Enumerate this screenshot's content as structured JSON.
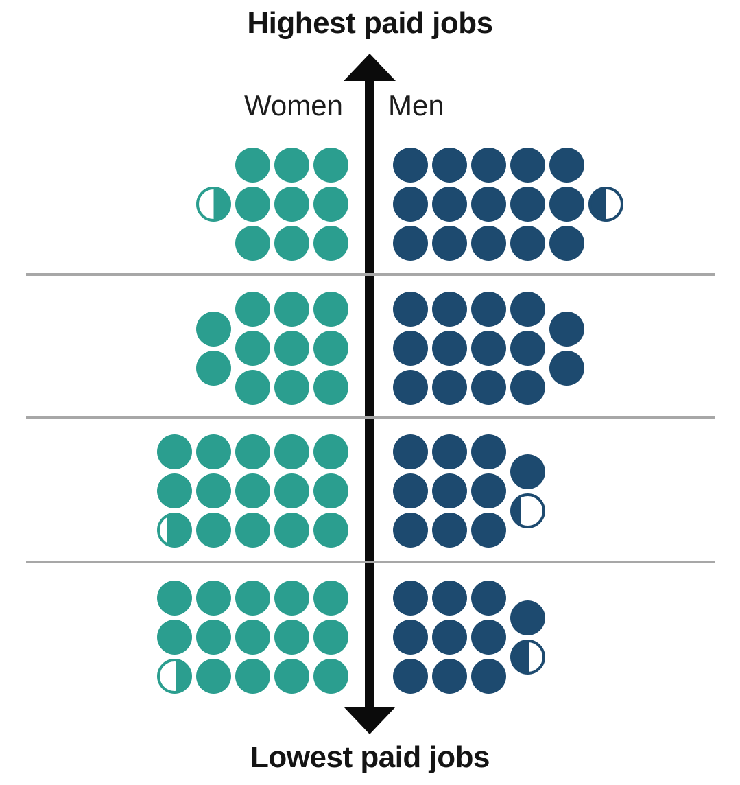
{
  "title_top": "Highest paid jobs",
  "title_bottom": "Lowest paid jobs",
  "legend": {
    "women_label": "Women",
    "men_label": "Men"
  },
  "colors": {
    "women": "#2b9e8f",
    "men": "#1d4a6f",
    "arrow": "#0b0b0b",
    "divider": "#a7a7a7",
    "text": "#141414"
  },
  "chart_data": {
    "type": "pictogram",
    "axis_top_label": "Highest paid jobs",
    "axis_bottom_label": "Lowest paid jobs",
    "series_labels": [
      "Women",
      "Men"
    ],
    "circles_per_group_total": 25,
    "percent_per_circle": 4,
    "groups": [
      {
        "order": 1,
        "women": {
          "units": 9.5,
          "percent": 38,
          "grid": {
            "rows": 3,
            "cols": 3
          },
          "extras": [
            {
              "row": 1,
              "fraction": 0.5
            }
          ]
        },
        "men": {
          "units": 15.5,
          "percent": 62,
          "grid": {
            "rows": 3,
            "cols": 5
          },
          "extras": [
            {
              "row": 1,
              "fraction": 0.5
            }
          ]
        }
      },
      {
        "order": 2,
        "women": {
          "units": 11,
          "percent": 44,
          "grid": {
            "rows": 3,
            "cols": 3
          },
          "extras": [
            {
              "row": 0.5,
              "fraction": 1
            },
            {
              "row": 1.5,
              "fraction": 1
            }
          ]
        },
        "men": {
          "units": 14,
          "percent": 56,
          "grid": {
            "rows": 3,
            "cols": 4
          },
          "extras": [
            {
              "row": 0.5,
              "fraction": 1
            },
            {
              "row": 1.5,
              "fraction": 1
            }
          ]
        }
      },
      {
        "order": 3,
        "women": {
          "units": 14.75,
          "percent": 59,
          "grid": {
            "rows": 3,
            "cols": 5
          },
          "partial_in_grid": {
            "row": 2,
            "col": 0,
            "fraction": 0.75
          }
        },
        "men": {
          "units": 10.25,
          "percent": 41,
          "grid": {
            "rows": 3,
            "cols": 3
          },
          "extras": [
            {
              "row": 0.5,
              "fraction": 1
            },
            {
              "row": 1.5,
              "fraction": 0.25
            }
          ]
        }
      },
      {
        "order": 4,
        "women": {
          "units": 14.45,
          "percent": 58,
          "grid": {
            "rows": 3,
            "cols": 5
          },
          "partial_in_grid": {
            "row": 2,
            "col": 0,
            "fraction": 0.45
          }
        },
        "men": {
          "units": 10.55,
          "percent": 42,
          "grid": {
            "rows": 3,
            "cols": 3
          },
          "extras": [
            {
              "row": 0.5,
              "fraction": 1
            },
            {
              "row": 1.5,
              "fraction": 0.55
            }
          ]
        }
      }
    ]
  }
}
